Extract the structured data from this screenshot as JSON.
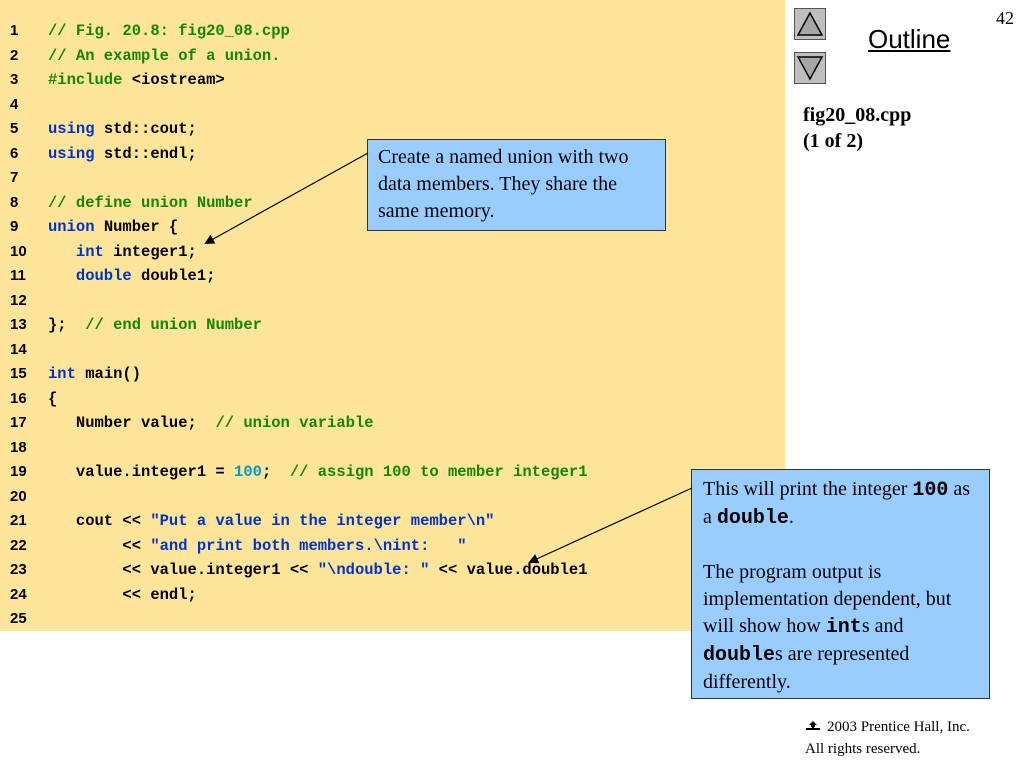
{
  "page_number": "42",
  "outline": {
    "title": "Outline",
    "up_button": "up-arrow-icon",
    "down_button": "down-arrow-icon",
    "file_name": "fig20_08.cpp",
    "part": "(1 of 2)"
  },
  "code": {
    "lines": [
      {
        "num": "1",
        "tokens": [
          {
            "t": "// Fig. 20.8: fig20_08.cpp",
            "c": "cm"
          }
        ]
      },
      {
        "num": "2",
        "tokens": [
          {
            "t": "// An example of a union.",
            "c": "cm"
          }
        ]
      },
      {
        "num": "3",
        "tokens": [
          {
            "t": "#include ",
            "c": "pp"
          },
          {
            "t": "<iostream>",
            "c": "plain"
          }
        ]
      },
      {
        "num": "4",
        "tokens": []
      },
      {
        "num": "5",
        "tokens": [
          {
            "t": "using ",
            "c": "kw"
          },
          {
            "t": "std::cout;",
            "c": "plain"
          }
        ]
      },
      {
        "num": "6",
        "tokens": [
          {
            "t": "using ",
            "c": "kw"
          },
          {
            "t": "std::endl;",
            "c": "plain"
          }
        ]
      },
      {
        "num": "7",
        "tokens": []
      },
      {
        "num": "8",
        "tokens": [
          {
            "t": "// define union Number",
            "c": "cm"
          }
        ]
      },
      {
        "num": "9",
        "tokens": [
          {
            "t": "union ",
            "c": "kw"
          },
          {
            "t": "Number {",
            "c": "plain"
          }
        ]
      },
      {
        "num": "10",
        "tokens": [
          {
            "t": "   ",
            "c": "plain"
          },
          {
            "t": "int ",
            "c": "kw"
          },
          {
            "t": "integer1;",
            "c": "plain"
          }
        ]
      },
      {
        "num": "11",
        "tokens": [
          {
            "t": "   ",
            "c": "plain"
          },
          {
            "t": "double ",
            "c": "kw"
          },
          {
            "t": "double1;",
            "c": "plain"
          }
        ]
      },
      {
        "num": "12",
        "tokens": []
      },
      {
        "num": "13",
        "tokens": [
          {
            "t": "};  ",
            "c": "plain"
          },
          {
            "t": "// end union Number",
            "c": "cm"
          }
        ]
      },
      {
        "num": "14",
        "tokens": []
      },
      {
        "num": "15",
        "tokens": [
          {
            "t": "int ",
            "c": "kw"
          },
          {
            "t": "main()",
            "c": "plain"
          }
        ]
      },
      {
        "num": "16",
        "tokens": [
          {
            "t": "{",
            "c": "plain"
          }
        ]
      },
      {
        "num": "17",
        "tokens": [
          {
            "t": "   Number value;  ",
            "c": "plain"
          },
          {
            "t": "// union variable",
            "c": "cm"
          }
        ]
      },
      {
        "num": "18",
        "tokens": []
      },
      {
        "num": "19",
        "tokens": [
          {
            "t": "   value.integer1 = ",
            "c": "plain"
          },
          {
            "t": "100",
            "c": "num"
          },
          {
            "t": ";  ",
            "c": "plain"
          },
          {
            "t": "// assign 100 to member integer1",
            "c": "cm"
          }
        ]
      },
      {
        "num": "20",
        "tokens": []
      },
      {
        "num": "21",
        "tokens": [
          {
            "t": "   cout << ",
            "c": "plain"
          },
          {
            "t": "\"Put a value in the integer member\\n\"",
            "c": "str"
          }
        ]
      },
      {
        "num": "22",
        "tokens": [
          {
            "t": "        << ",
            "c": "plain"
          },
          {
            "t": "\"and print both members.\\nint:   \"",
            "c": "str"
          }
        ]
      },
      {
        "num": "23",
        "tokens": [
          {
            "t": "        << value.integer1 << ",
            "c": "plain"
          },
          {
            "t": "\"\\ndouble: \"",
            "c": "str"
          },
          {
            "t": " << value.double1",
            "c": "plain"
          }
        ]
      },
      {
        "num": "24",
        "tokens": [
          {
            "t": "        << endl;",
            "c": "plain"
          }
        ]
      },
      {
        "num": "25",
        "tokens": []
      }
    ]
  },
  "callouts": {
    "union_note": "Create a named union with two data members. They share the same memory.",
    "print_note": {
      "p1_a": "This will print the integer ",
      "p1_b": "100",
      "p1_c": " as a ",
      "p1_d": "double",
      "p1_e": ".",
      "p2_a": "The program output is implementation dependent, but will show how ",
      "p2_b": "int",
      "p2_c": "s and ",
      "p2_d": "double",
      "p2_e": "s are represented differently."
    }
  },
  "footer": {
    "copyright": "2003 Prentice Hall, Inc.",
    "rights": "All rights reserved.",
    "logo_icon": "prentice-hall-logo-icon"
  },
  "colors": {
    "code_background": "#ffe599",
    "callout_background": "#99ccff",
    "keyword": "#0033cc",
    "comment": "#118800",
    "string": "#0033cc",
    "number": "#0099cc"
  }
}
